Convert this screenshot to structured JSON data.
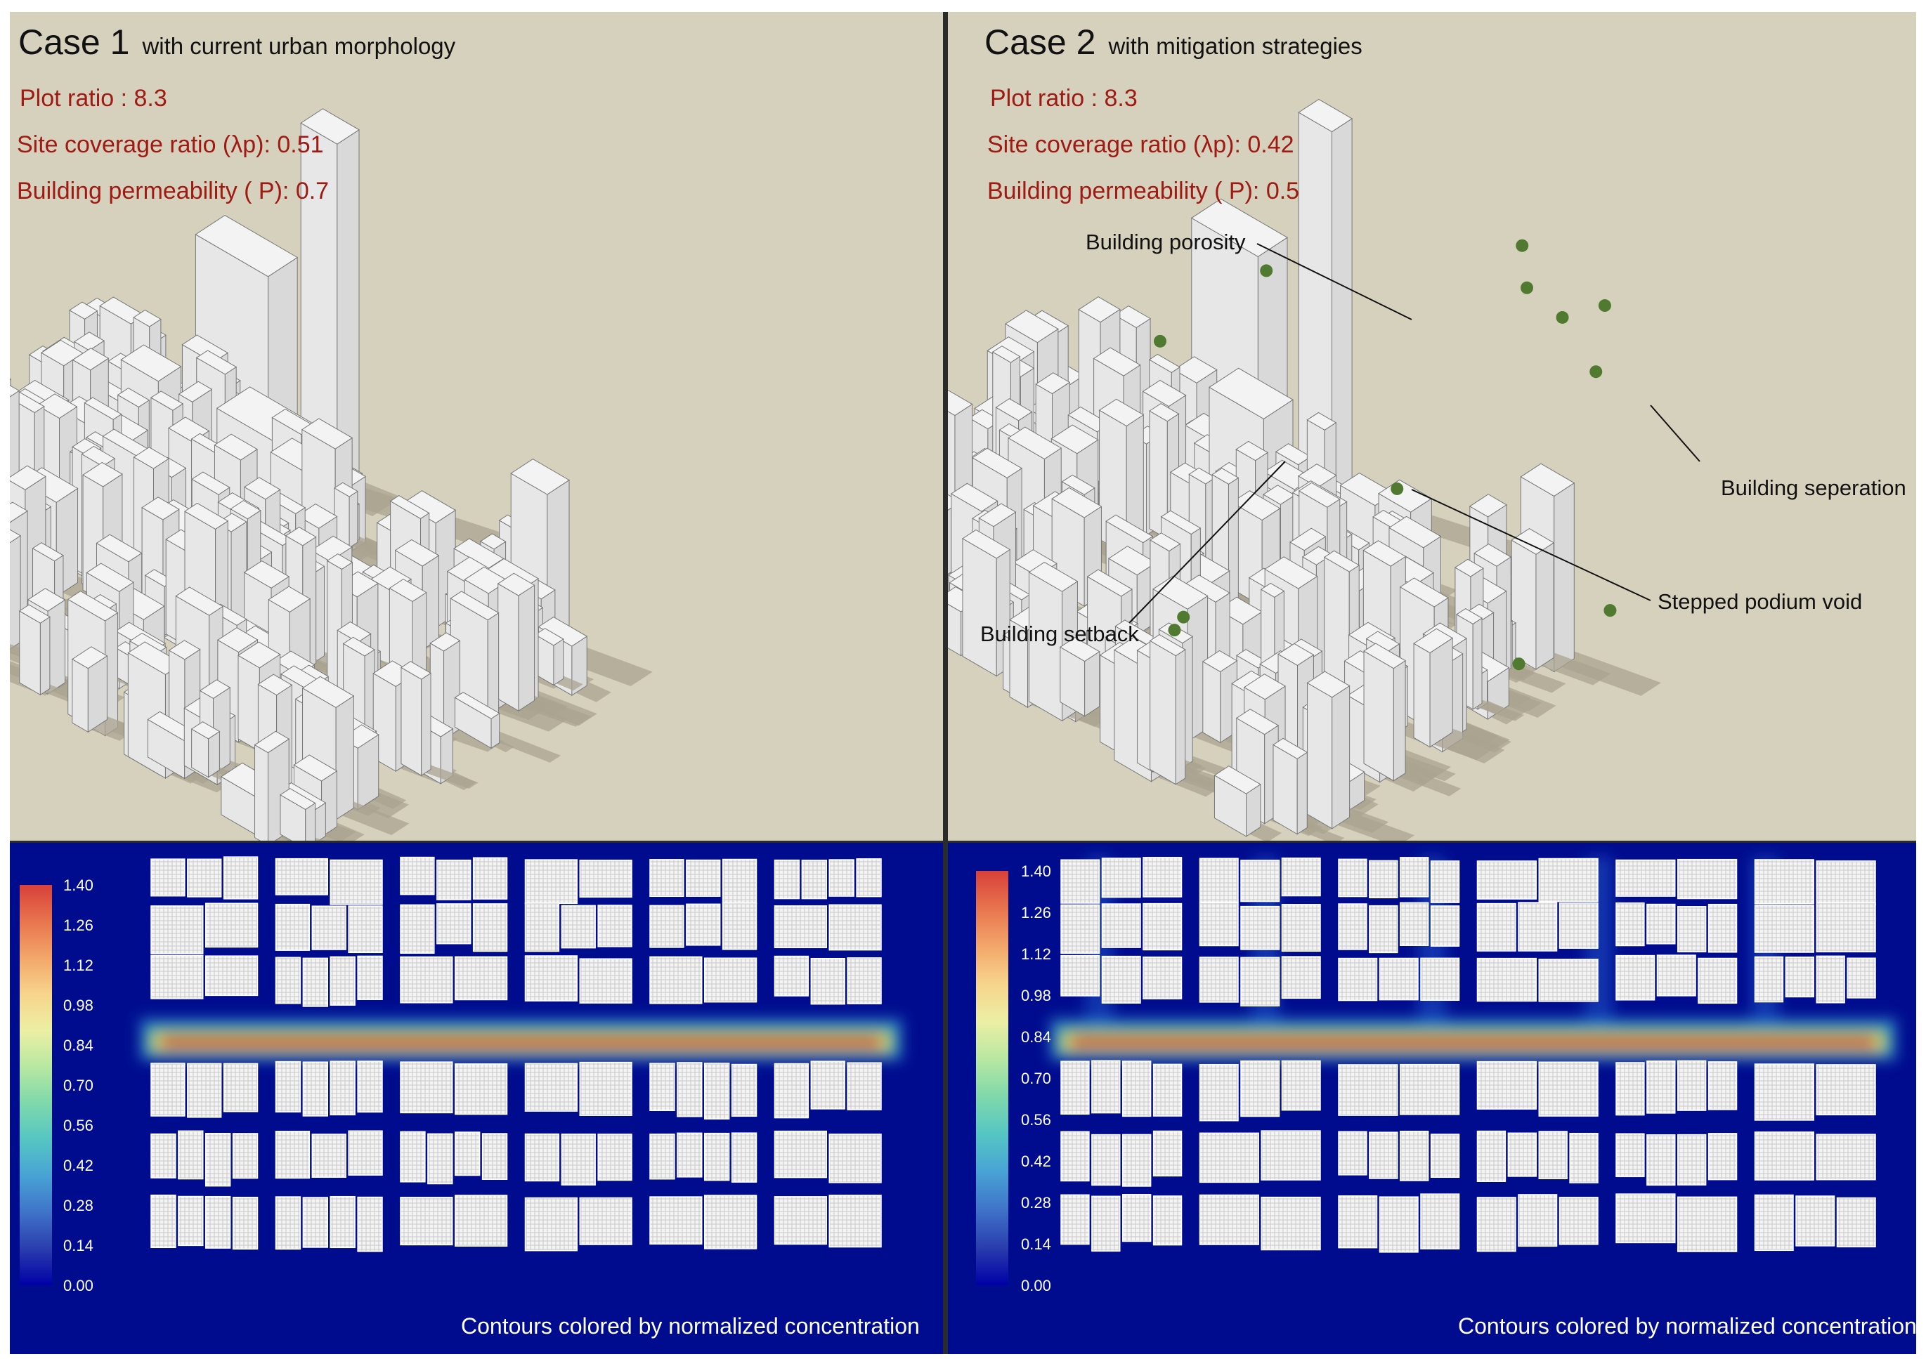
{
  "case1": {
    "title": "Case 1",
    "subtitle": "with current urban morphology",
    "params": [
      "Plot ratio : 8.3",
      "Site coverage ratio (λp): 0.51",
      "Building permeability ( P): 0.7"
    ]
  },
  "case2": {
    "title": "Case 2",
    "subtitle": "with mitigation strategies",
    "params": [
      "Plot ratio : 8.3",
      "Site coverage ratio (λp): 0.42",
      "Building permeability ( P): 0.5"
    ],
    "callouts": {
      "porosity": "Building porosity",
      "separation": "Building seperation",
      "podium": "Stepped podium void",
      "setback": "Building setback"
    }
  },
  "legend": {
    "ticks": [
      "1.40",
      "1.26",
      "1.12",
      "0.98",
      "0.84",
      "0.70",
      "0.56",
      "0.42",
      "0.28",
      "0.14",
      "0.00"
    ],
    "caption": "Contours colored by normalized concentration"
  },
  "colors": {
    "sky": "#d6d1bd",
    "building": "#f3f3f3",
    "shadow": "#a9a390",
    "plan_bg": "#000c8e",
    "highlight": "#b52a24",
    "param_text": "#a01a14"
  }
}
